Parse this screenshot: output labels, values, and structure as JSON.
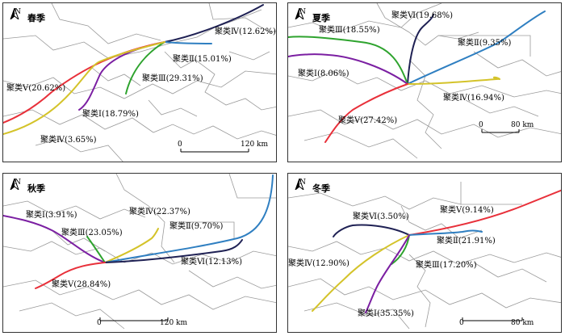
{
  "panels": [
    {
      "season": "春季",
      "north": "N",
      "scale": {
        "zero": "0",
        "max": "120 km"
      },
      "clusters": [
        {
          "name": "聚类Ⅳ",
          "pct": "(12.62%)",
          "color": "#1f2154"
        },
        {
          "name": "聚类Ⅱ",
          "pct": "(15.01%)",
          "color": "#2f7fc1"
        },
        {
          "name": "聚类Ⅲ",
          "pct": "(29.31%)",
          "color": "#2ea32e"
        },
        {
          "name": "聚类Ⅴ",
          "pct": "(20.62%)",
          "color": "#e8303a"
        },
        {
          "name": "聚类Ⅰ",
          "pct": "(18.79%)",
          "color": "#7b1fa2"
        },
        {
          "name": "聚类Ⅳ",
          "pct": "(3.65%)",
          "color": "#d4c32a"
        }
      ]
    },
    {
      "season": "夏季",
      "north": "N",
      "scale": {
        "zero": "0",
        "max": "80 km"
      },
      "clusters": [
        {
          "name": "聚类Ⅵ",
          "pct": "(19.68%)",
          "color": "#1f2154"
        },
        {
          "name": "聚类Ⅲ",
          "pct": "(18.55%)",
          "color": "#2ea32e"
        },
        {
          "name": "聚类Ⅱ",
          "pct": "(9.35%)",
          "color": "#2f7fc1"
        },
        {
          "name": "聚类Ⅰ",
          "pct": "(8.06%)",
          "color": "#7b1fa2"
        },
        {
          "name": "聚类Ⅳ",
          "pct": "(16.94%)",
          "color": "#d4c32a"
        },
        {
          "name": "聚类Ⅴ",
          "pct": "(27.42%)",
          "color": "#e8303a"
        }
      ]
    },
    {
      "season": "秋季",
      "north": "N",
      "scale": {
        "zero": "0",
        "max": "120 km"
      },
      "clusters": [
        {
          "name": "聚类Ⅰ",
          "pct": "(3.91%)",
          "color": "#7b1fa2"
        },
        {
          "name": "聚类Ⅳ",
          "pct": "(22.37%)",
          "color": "#d4c32a"
        },
        {
          "name": "聚类Ⅲ",
          "pct": "(23.05%)",
          "color": "#2ea32e"
        },
        {
          "name": "聚类Ⅱ",
          "pct": "(9.70%)",
          "color": "#2f7fc1"
        },
        {
          "name": "聚类Ⅵ",
          "pct": "(12.13%)",
          "color": "#1f2154"
        },
        {
          "name": "聚类Ⅴ",
          "pct": "(28.84%)",
          "color": "#e8303a"
        }
      ]
    },
    {
      "season": "冬季",
      "north": "N",
      "scale": {
        "zero": "0",
        "max": "80 km"
      },
      "clusters": [
        {
          "name": "聚类Ⅴ",
          "pct": "(9.14%)",
          "color": "#e8303a"
        },
        {
          "name": "聚类Ⅵ",
          "pct": "(3.50%)",
          "color": "#1f2154"
        },
        {
          "name": "聚类Ⅱ",
          "pct": "(21.91%)",
          "color": "#2f7fc1"
        },
        {
          "name": "聚类Ⅳ",
          "pct": "(12.90%)",
          "color": "#d4c32a"
        },
        {
          "name": "聚类Ⅲ",
          "pct": "(17.20%)",
          "color": "#2ea32e"
        },
        {
          "name": "聚类Ⅰ",
          "pct": "(35.35%)",
          "color": "#7b1fa2"
        }
      ]
    }
  ]
}
